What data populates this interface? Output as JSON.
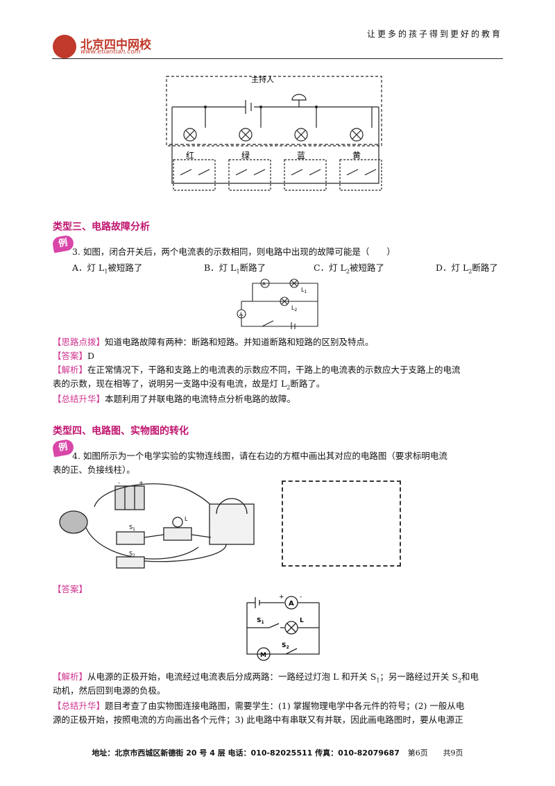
{
  "header": {
    "logo_text": "北京四中网校",
    "logo_url": "www.etiantian.com",
    "slogan": "让更多的孩子得到更好的教育"
  },
  "figure1": {
    "host_label": "主持人",
    "lamp_labels": [
      "红",
      "绿",
      "蓝",
      "黄"
    ]
  },
  "section3": {
    "title": "类型三、电路故障分析",
    "badge": "例",
    "question": "3. 如图，闭合开关后，两个电流表的示数相同，则电路中出现的故障可能是（　　）",
    "options": {
      "A_pre": "A．灯 L",
      "A_sub": "1",
      "A_post": "被短路了",
      "B_pre": "B．灯 L",
      "B_sub": "1",
      "B_post": "断路了",
      "C_pre": "C．灯 L",
      "C_sub": "2",
      "C_post": "被短路了",
      "D_pre": "D．灯 L",
      "D_sub": "2",
      "D_post": "断路了"
    },
    "fig_labels": {
      "a": "A",
      "l1": "L",
      "l1_sub": "1",
      "l2": "L",
      "l2_sub": "2"
    },
    "hint_tag": "【思路点拨】",
    "hint": "知道电路故障有两种：断路和短路。并知道断路和短路的区别及特点。",
    "answer_tag": "【答案】",
    "answer": "D",
    "analysis_tag": "【解析】",
    "analysis1": "在正常情况下，干路和支路上的电流表的示数应不同，干路上的电流表的示数应大于支路上的电流",
    "analysis2_pre": "表的示数，现在相等了，说明另一支路中没有电流，故是灯 L",
    "analysis2_sub": "2",
    "analysis2_post": "断路了。",
    "summary_tag": "【总结升华】",
    "summary": "本题利用了并联电路的电流特点分析电路的故障。"
  },
  "section4": {
    "title": "类型四、电路图、实物图的转化",
    "badge": "例",
    "question1": "4. 如图所示为一个电学实验的实物连线图，请在右边的方框中画出其对应的电路图（要求标明电流",
    "question2": "表的正、负接线柱）。",
    "photo_labels": {
      "plus": "+",
      "minus": "-",
      "s1": "S",
      "s1_sub": "1",
      "s2": "S",
      "s2_sub": "2",
      "l": "L"
    },
    "answer_tag": "【答案】",
    "answer_labels": {
      "a": "A",
      "plus": "+",
      "minus": "-",
      "s1": "S",
      "s1_sub": "1",
      "l": "L",
      "m": "M",
      "s2": "S",
      "s2_sub": "2"
    },
    "analysis_tag": "【解析】",
    "analysis1_pre": "从电源的正极开始，电流经过电流表后分成两路：一路经过灯泡 L 和开关 S",
    "analysis1_sub1": "1",
    "analysis1_mid": "；另一路经过开关 S",
    "analysis1_sub2": "2",
    "analysis1_post": "和电",
    "analysis2": "动机，然后回到电源的负极。",
    "summary_tag": "【总结升华】",
    "summary1": "题目考查了由实物图连接电路图，需要学生：(1) 掌握物理电学中各元件的符号；(2) 一般从电",
    "summary2": "源的正极开始，按照电流的方向画出各个元件；3) 此电路中有串联又有并联，因此画电路图时，要从电源正"
  },
  "footer": {
    "address": "地址：北京市西城区新德街 20 号 4 层 电话：010-82025511 传真：010-82079687",
    "page": "第6页",
    "total": "共9页"
  }
}
